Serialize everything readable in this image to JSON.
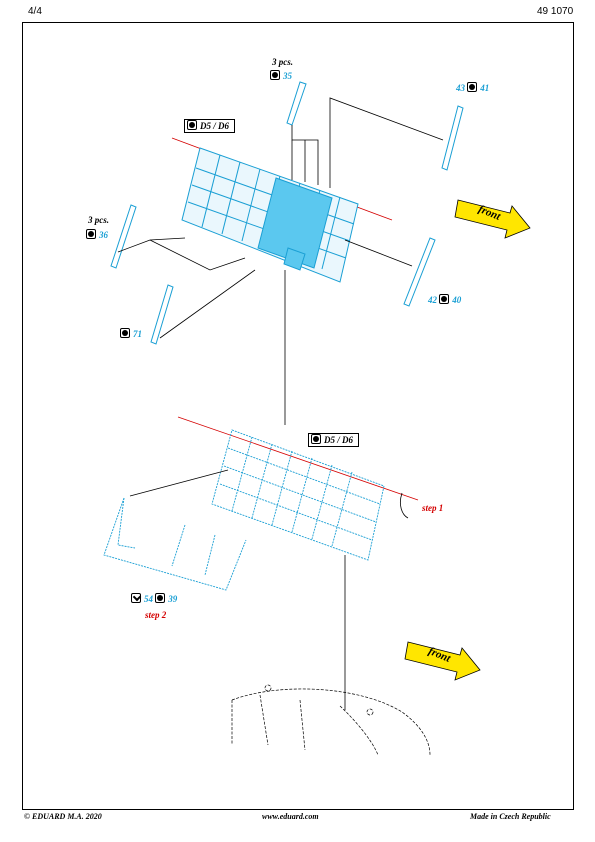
{
  "header": {
    "page": "4/4",
    "code": "49 1070"
  },
  "footer": {
    "copyright": "© EDUARD  M.A. 2020",
    "website": "www.eduard.com",
    "origin": "Made in Czech Republic"
  },
  "labels": {
    "qty_top": "3 pcs.",
    "part_35": "35",
    "part_43": "43",
    "part_41": "41",
    "variant_top": "D5 / D6",
    "qty_left": "3 pcs.",
    "part_36": "36",
    "part_42": "42",
    "part_40": "40",
    "part_71": "71",
    "variant_bottom": "D5 / D6",
    "step1": "step 1",
    "part_54": "54",
    "part_39": "39",
    "step2": "step 2",
    "front_top": "front",
    "front_bottom": "front"
  },
  "colors": {
    "part_blue": "#1a9fd4",
    "step_red": "#d40000",
    "arrow_yellow": "#ffe600",
    "fill_blue": "#5bc8ef"
  },
  "icons": {
    "etched_part": "etch-icon",
    "bent_part": "bend-icon"
  }
}
